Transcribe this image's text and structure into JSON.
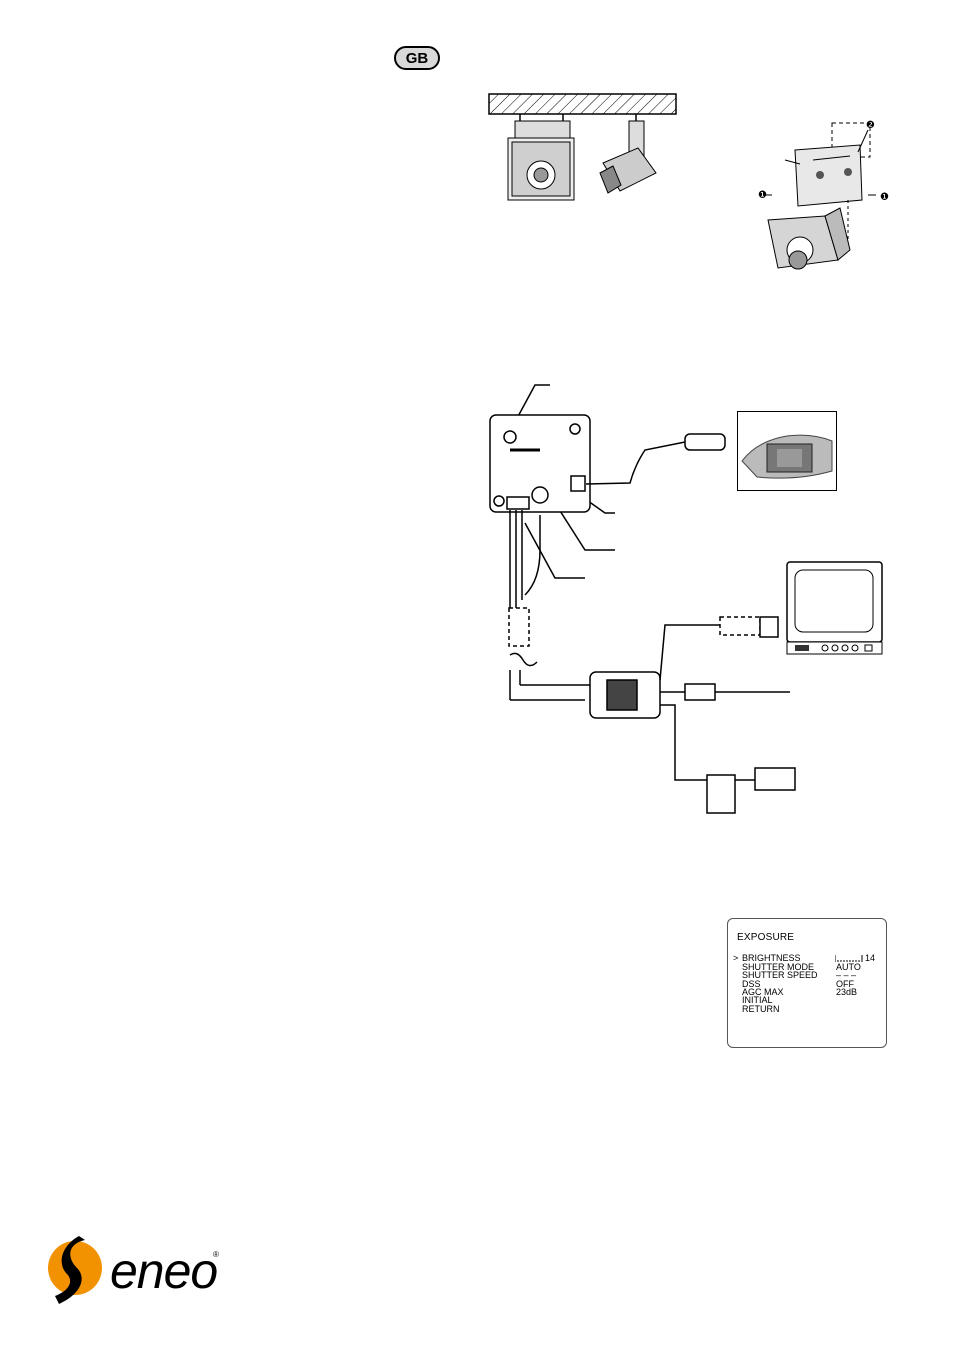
{
  "badge": {
    "label": "GB"
  },
  "osd_menu": {
    "title": "EXPOSURE",
    "cursor": ">",
    "items": [
      {
        "label": "BRIGHTNESS",
        "value": "14"
      },
      {
        "label": "SHUTTER MODE",
        "value": "AUTO"
      },
      {
        "label": "SHUTTER SPEED",
        "value": "– – –"
      },
      {
        "label": "DSS",
        "value": "OFF"
      },
      {
        "label": "AGC MAX",
        "value": "23dB"
      },
      {
        "label": "INITIAL",
        "value": ""
      },
      {
        "label": "RETURN",
        "value": ""
      }
    ],
    "brightness_level": 14
  },
  "bracket_callouts": [
    "❶",
    "❷",
    "❶"
  ],
  "logo": {
    "text": "eneo",
    "registered": "®",
    "accent_color": "#f39200"
  }
}
